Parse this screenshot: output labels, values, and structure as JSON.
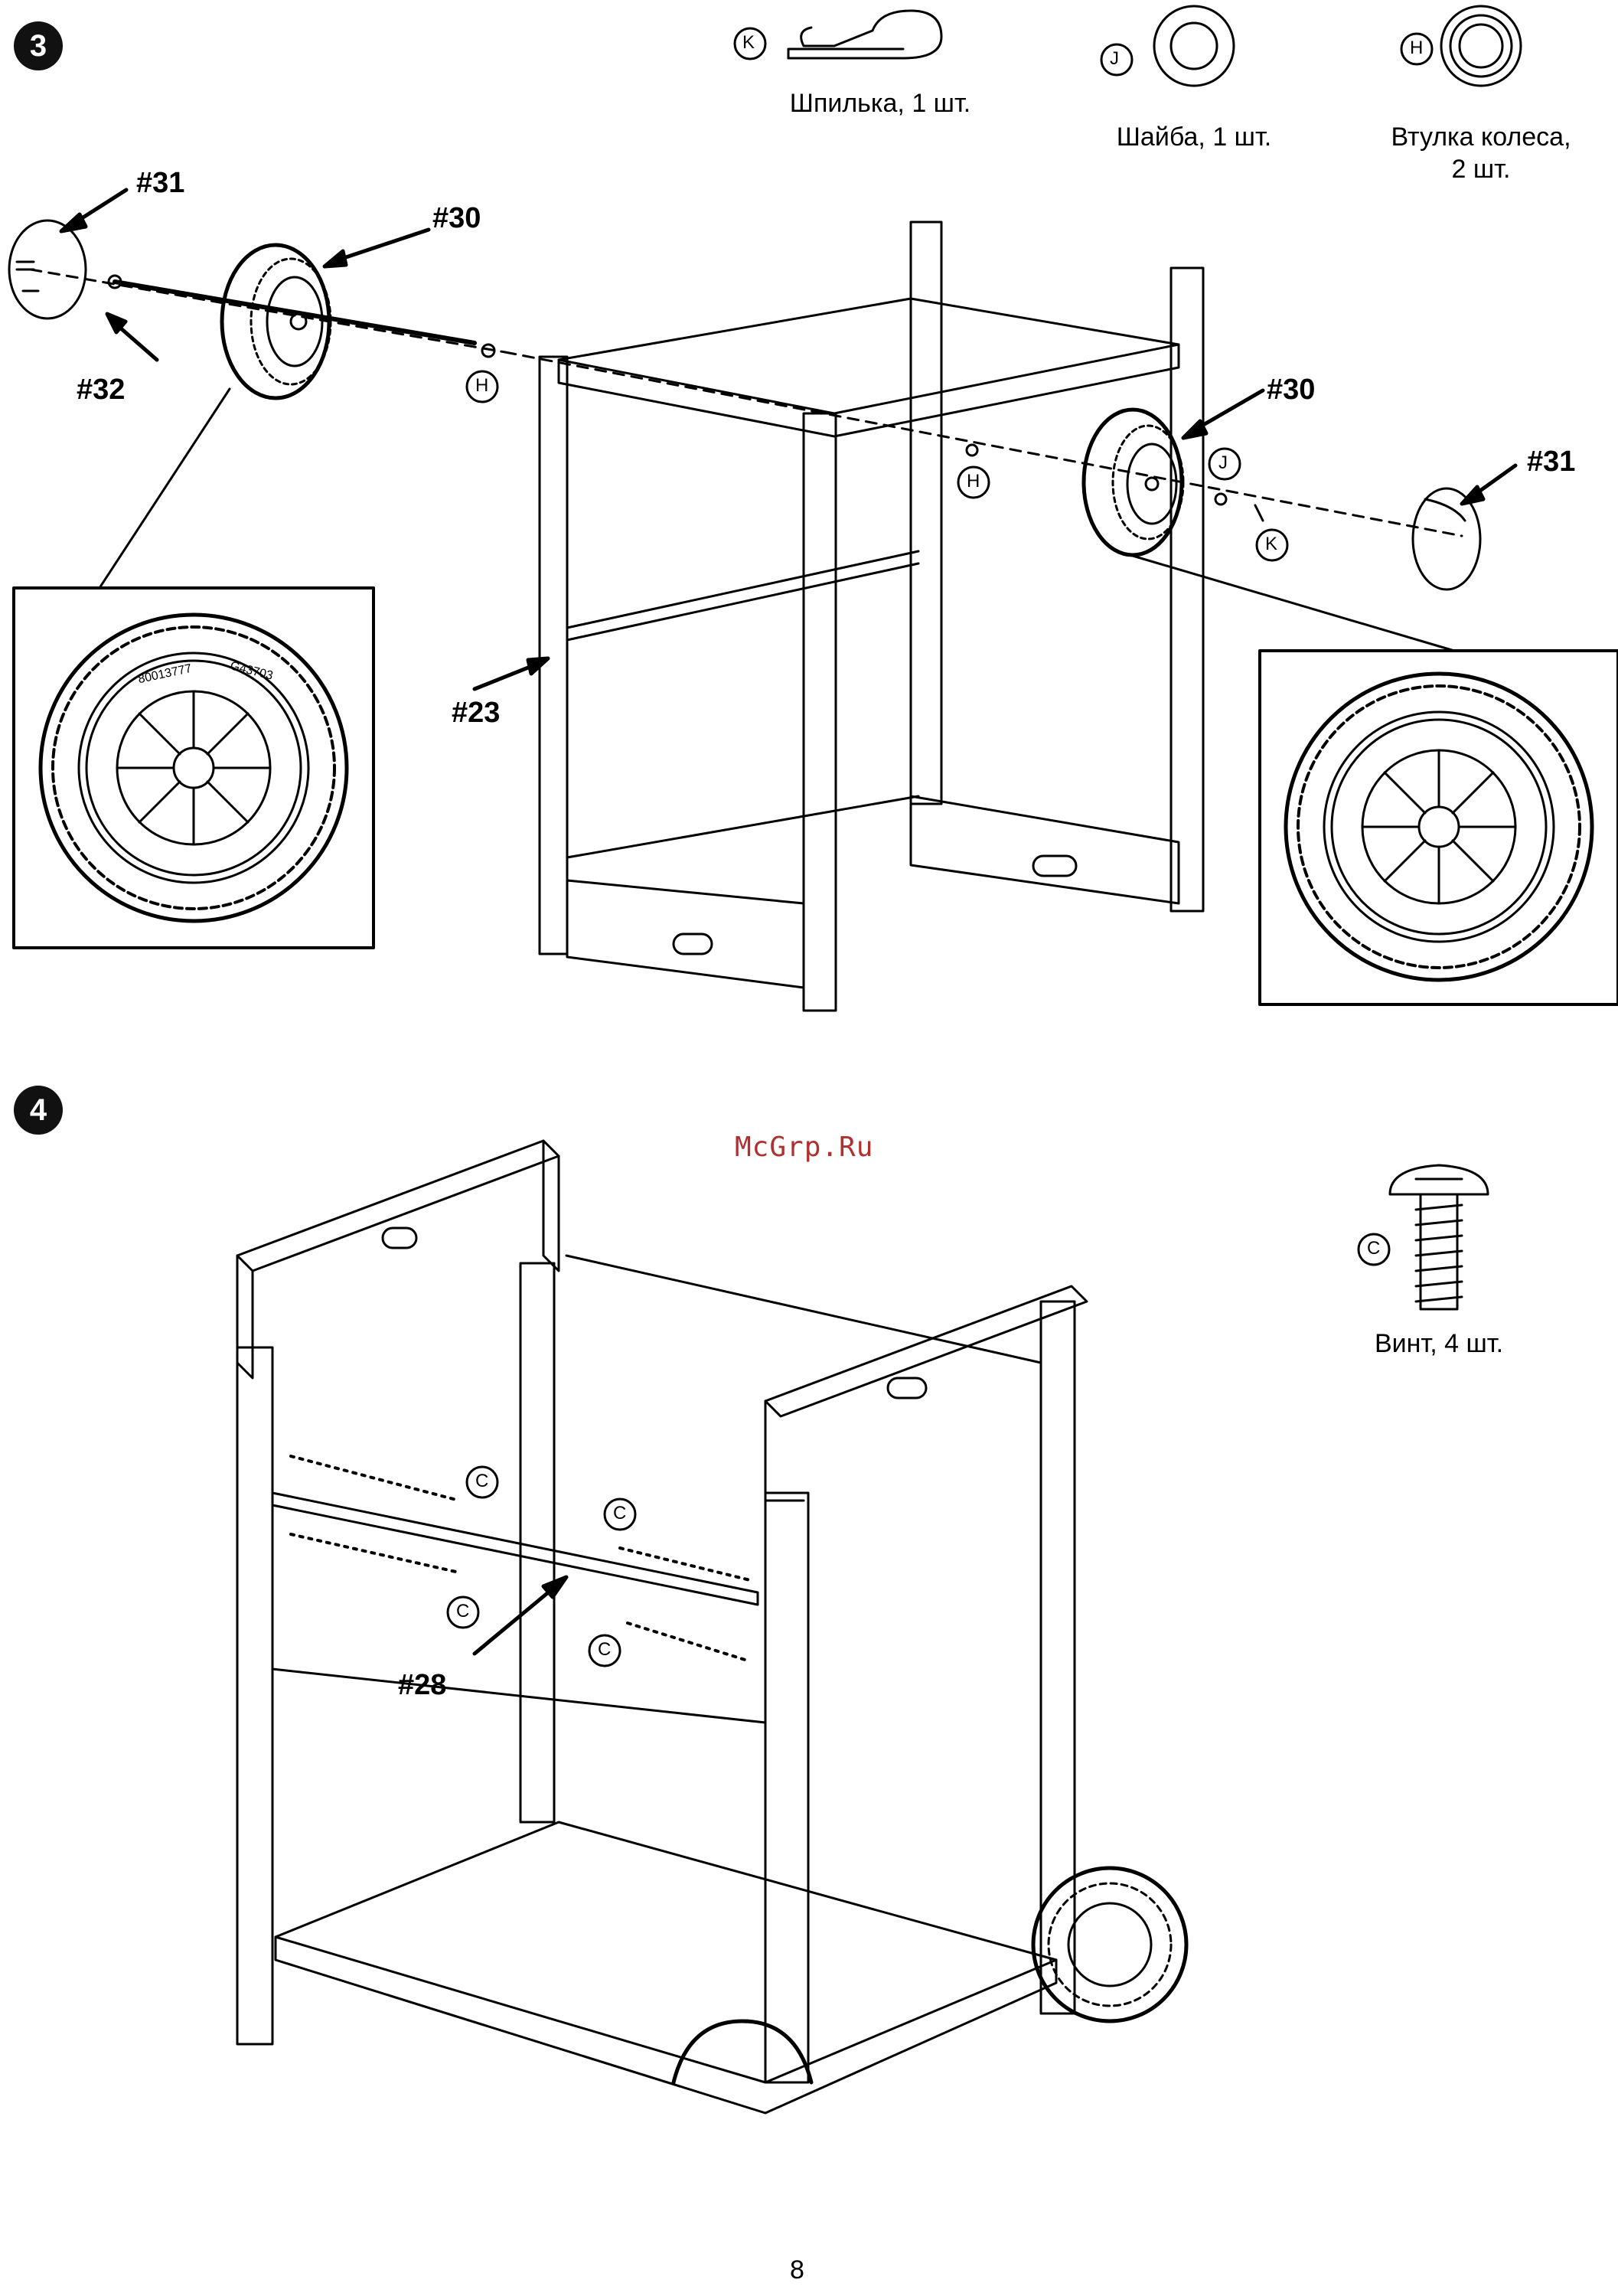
{
  "step3": {
    "number": "3",
    "parts": [
      {
        "letter": "K",
        "caption": "Шпилька, 1 шт."
      },
      {
        "letter": "J",
        "caption": "Шайба, 1 шт."
      },
      {
        "letter": "H",
        "caption": "Втулка колеса,\n2 шт."
      }
    ],
    "callouts": {
      "hubcap_left": "#31",
      "wheel_left": "#30",
      "axle": "#32",
      "frame": "#23",
      "wheel_right": "#30",
      "hubcap_right": "#31"
    },
    "inline_letters": {
      "h_left": "H",
      "h_right": "H",
      "j_right": "J",
      "k_right": "K"
    },
    "wheel_marking_left": "80013777",
    "wheel_marking_right": "G43703"
  },
  "step4": {
    "number": "4",
    "part": {
      "letter": "C",
      "caption": "Винт, 4 шт."
    },
    "callouts": {
      "crossbar": "#28"
    },
    "inline_letters": [
      "C",
      "C",
      "C",
      "C"
    ]
  },
  "watermark": "McGrp.Ru",
  "page_number": "8",
  "colors": {
    "ink": "#000000",
    "paper": "#ffffff",
    "watermark": "#b03030",
    "badge": "#111111"
  }
}
